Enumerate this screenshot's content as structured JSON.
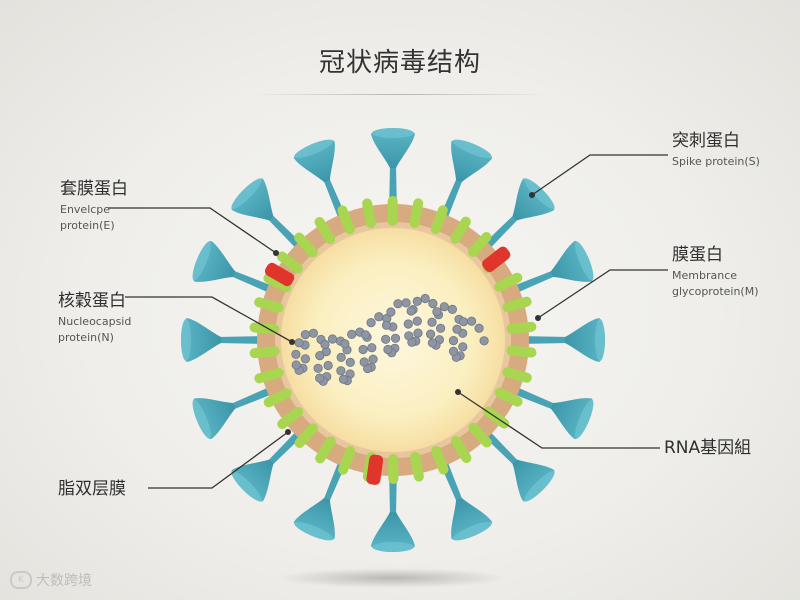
{
  "title": "冠状病毒结构",
  "labels": {
    "envelope": {
      "zh": "套膜蛋白",
      "en1": "Envelcpe",
      "en2": "protein(E)"
    },
    "nucleocapsid": {
      "zh": "核穀蛋白",
      "en1": "Nucleocapsid",
      "en2": "protein(N)"
    },
    "bilayer": {
      "zh": "脂双层膜"
    },
    "spike": {
      "zh": "突刺蛋白",
      "en1": "Spike protein(S)"
    },
    "membrane": {
      "zh": "膜蛋白",
      "en1": "Membrance",
      "en2": "glycoprotein(M)"
    },
    "rna": {
      "zh": "RNA基因組"
    }
  },
  "watermark": "大数跨境",
  "colors": {
    "spike": "#4aa3b5",
    "spike_dark": "#2f8597",
    "membrane_protein": "#a8d650",
    "envelope_protein": "#e0352b",
    "shell": "#d9ab7e",
    "core": "#fbf2c9",
    "rna": "#8e95a3"
  }
}
